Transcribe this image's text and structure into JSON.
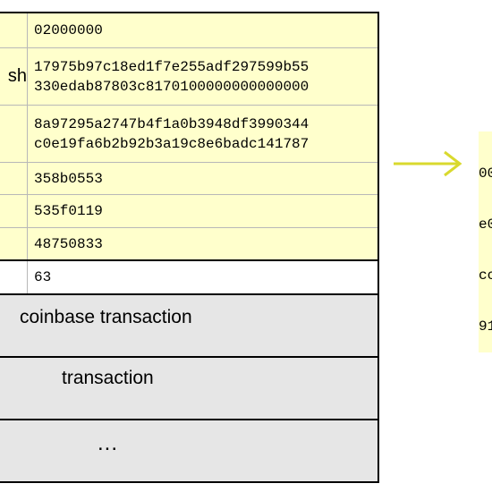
{
  "header_fields": [
    {
      "label": "",
      "lines": [
        "02000000"
      ]
    },
    {
      "label": "sh",
      "lines": [
        "17975b97c18ed1f7e255adf297599b55",
        "330edab87803c8170100000000000000"
      ]
    },
    {
      "label": "",
      "lines": [
        "8a97295a2747b4f1a0b3948df3990344",
        "c0e19fa6b2b92b3a19c8e6badc141787"
      ]
    },
    {
      "label": "",
      "lines": [
        "358b0553"
      ]
    },
    {
      "label": "",
      "lines": [
        "535f0119"
      ]
    },
    {
      "label": "",
      "lines": [
        "48750833"
      ]
    }
  ],
  "tx_count": {
    "value": "63"
  },
  "transactions": {
    "coinbase": "coinbase transaction",
    "regular": "transaction",
    "more": "..."
  },
  "hash_output": {
    "lines": [
      "00",
      "e0",
      "cc",
      "91"
    ]
  },
  "colors": {
    "header_bg": "#ffffcc",
    "tx_bg": "#e6e6e6",
    "arrow": "#d9d92e"
  }
}
